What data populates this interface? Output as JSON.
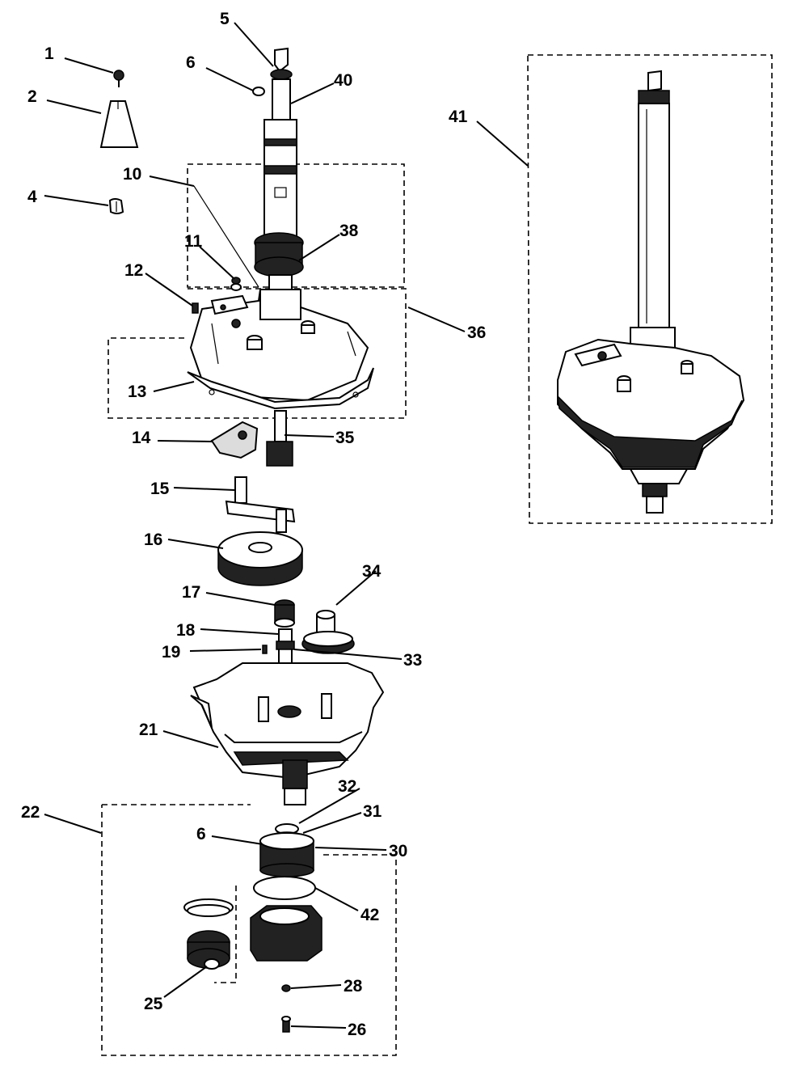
{
  "labels": {
    "l1": "1",
    "l2": "2",
    "l4": "4",
    "l5": "5",
    "l6a": "6",
    "l40": "40",
    "l10": "10",
    "l11": "11",
    "l12": "12",
    "l13": "13",
    "l14": "14",
    "l15": "15",
    "l16": "16",
    "l17": "17",
    "l18": "18",
    "l19": "19",
    "l21": "21",
    "l22": "22",
    "l6b": "6",
    "l25": "25",
    "l26": "26",
    "l28": "28",
    "l30": "30",
    "l31": "31",
    "l32": "32",
    "l33": "33",
    "l34": "34",
    "l35": "35",
    "l36": "36",
    "l38": "38",
    "l41": "41",
    "l42": "42"
  }
}
